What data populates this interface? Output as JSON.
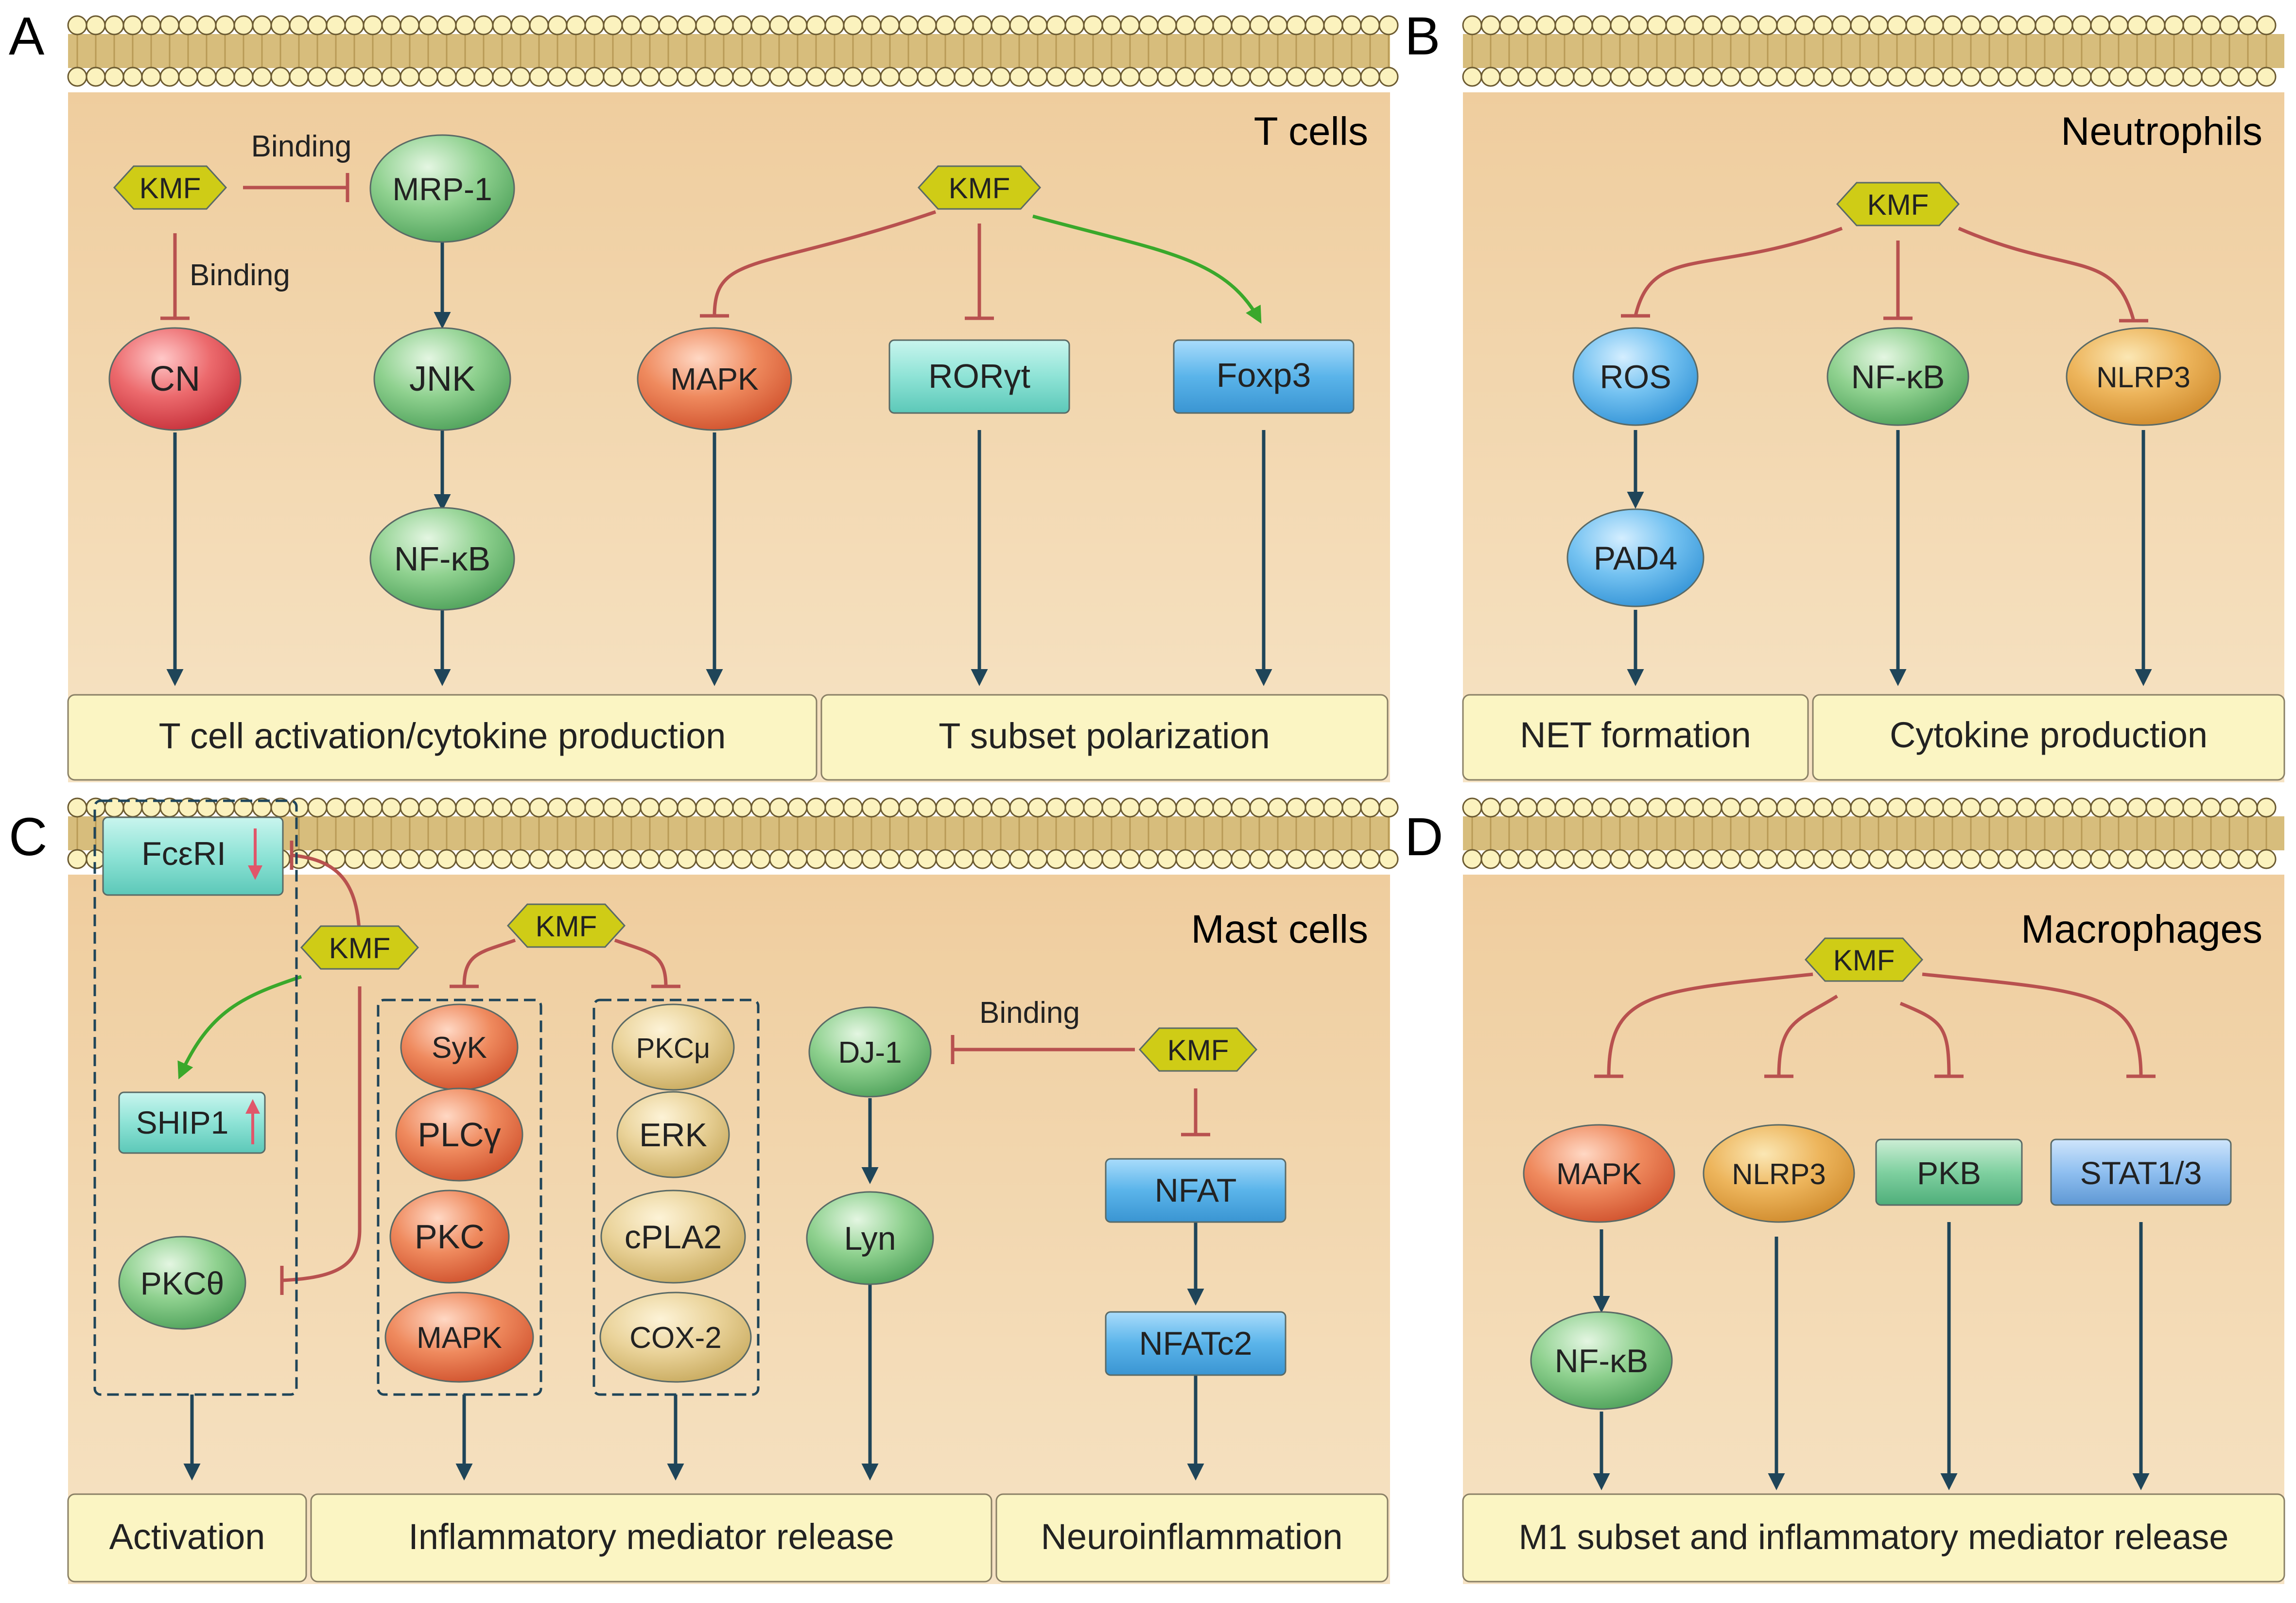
{
  "colors": {
    "cell_bg": "#f1d2a8",
    "membrane_bead": "#fbf2be",
    "membrane_band": "#d7bd7c",
    "outcome_box": "#fbf5c3",
    "kmf": "#cfcc16",
    "inhibit": "#b8514f",
    "activate": "#3aa82b",
    "arrow": "#1f4559",
    "red_node": "#e04a4e",
    "green_node": "#76c57c",
    "orange_node": "#e8774e",
    "cyan_node": "#8ee3d6",
    "blue_node": "#5ab4ea",
    "tan_node": "#e3cb86",
    "gold_node": "#e6a449"
  },
  "panels": {
    "A": {
      "letter": "A",
      "title": "T cells",
      "kmf1": "KMF",
      "binding1": "Binding",
      "binding2": "Binding",
      "mrp1": "MRP-1",
      "cn": "CN",
      "jnk": "JNK",
      "nfkb": "NF-κB",
      "kmf2": "KMF",
      "mapk": "MAPK",
      "rorgt": "RORγt",
      "foxp3": "Foxp3",
      "out1": "T cell activation/cytokine production",
      "out2": "T subset polarization"
    },
    "B": {
      "letter": "B",
      "title": "Neutrophils",
      "kmf": "KMF",
      "ros": "ROS",
      "pad4": "PAD4",
      "nfkb": "NF-κB",
      "nlrp3": "NLRP3",
      "out1": "NET formation",
      "out2": "Cytokine production"
    },
    "C": {
      "letter": "C",
      "title": "Mast cells",
      "fceri": "FcεRI",
      "kmf1": "KMF",
      "ship1": "SHIP1",
      "pkctheta": "PKCθ",
      "kmf2": "KMF",
      "syk": "SyK",
      "plcg": "PLCγ",
      "pkc": "PKC",
      "mapk": "MAPK",
      "pkcmu": "PKCμ",
      "erk": "ERK",
      "cpla2": "cPLA2",
      "cox2": "COX-2",
      "dj1": "DJ-1",
      "binding": "Binding",
      "kmf3": "KMF",
      "lyn": "Lyn",
      "nfat": "NFAT",
      "nfatc2": "NFATc2",
      "out1": "Activation",
      "out2": "Inflammatory mediator release",
      "out3": "Neuroinflammation"
    },
    "D": {
      "letter": "D",
      "title": "Macrophages",
      "kmf": "KMF",
      "mapk": "MAPK",
      "nlrp3": "NLRP3",
      "pkb": "PKB",
      "stat13": "STAT1/3",
      "nfkb": "NF-κB",
      "out1": "M1 subset and inflammatory mediator release"
    }
  }
}
